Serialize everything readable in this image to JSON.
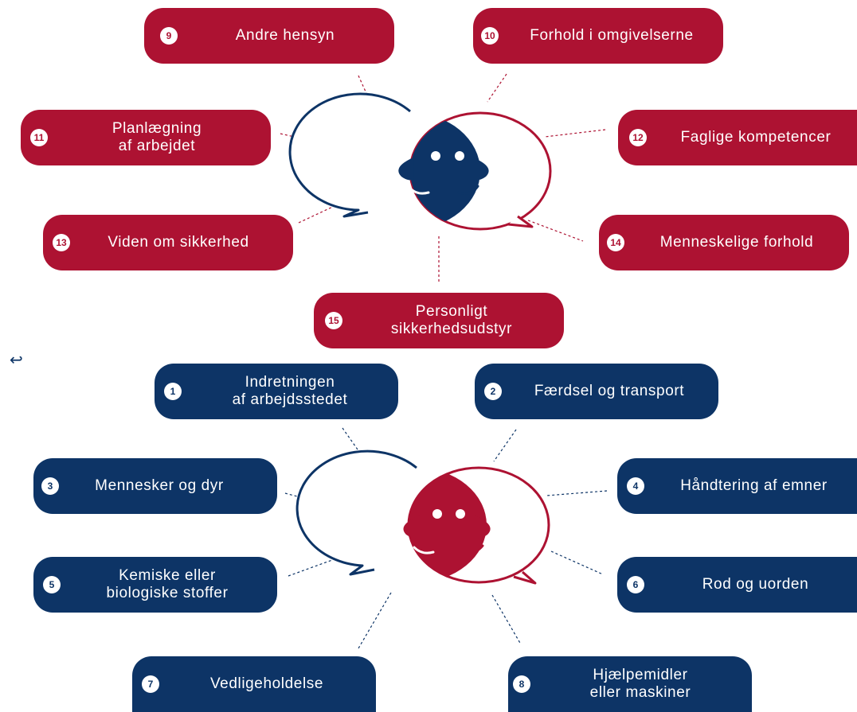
{
  "colors": {
    "red": "#ad1232",
    "blue": "#0d3466"
  },
  "arrow_icon": "↩",
  "top_items": [
    {
      "number": "9",
      "label": "Andre hensyn"
    },
    {
      "number": "10",
      "label": "Forhold i omgivelserne"
    },
    {
      "number": "11",
      "label": "Planlægning\naf arbejdet"
    },
    {
      "number": "12",
      "label": "Faglige kompetencer"
    },
    {
      "number": "13",
      "label": "Viden om sikkerhed"
    },
    {
      "number": "14",
      "label": "Menneskelige forhold"
    },
    {
      "number": "15",
      "label": "Personligt\nsikkerhedsudstyr"
    }
  ],
  "bottom_items": [
    {
      "number": "1",
      "label": "Indretningen\naf arbejdsstedet"
    },
    {
      "number": "2",
      "label": "Færdsel og transport"
    },
    {
      "number": "3",
      "label": "Mennesker og dyr"
    },
    {
      "number": "4",
      "label": "Håndtering af emner"
    },
    {
      "number": "5",
      "label": "Kemiske eller\nbiologiske stoffer"
    },
    {
      "number": "6",
      "label": "Rod og uorden"
    },
    {
      "number": "7",
      "label": "Vedligeholdelse"
    },
    {
      "number": "8",
      "label": "Hjælpemidler\neller maskiner"
    }
  ]
}
